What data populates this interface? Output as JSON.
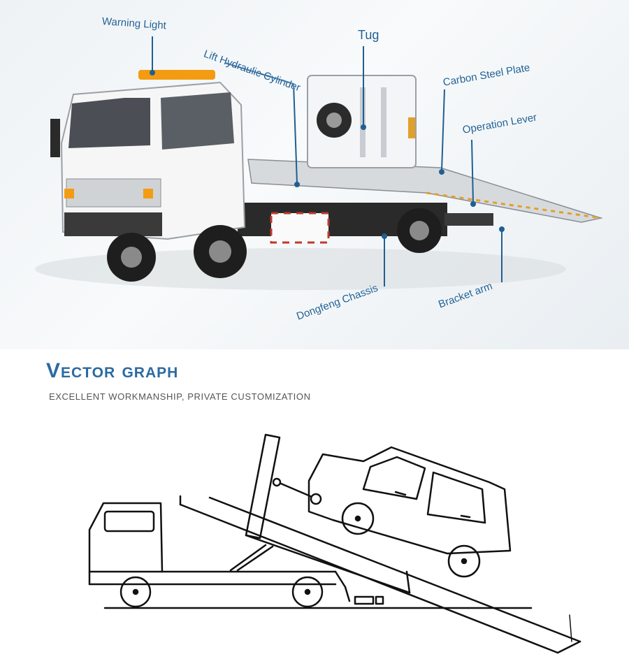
{
  "callouts": {
    "warning_light": "Warning Light",
    "lift_cylinder": "Lift Hydraulic Cylinder",
    "tug": "Tug",
    "carbon_plate": "Carbon Steel Plate",
    "operation_lever": "Operation Lever",
    "chassis": "Dongfeng Chassis",
    "bracket_arm": "Bracket arm"
  },
  "section": {
    "title": "Vector graph",
    "subtitle": "EXCELLENT WORKMANSHIP, PRIVATE CUSTOMIZATION"
  },
  "colors": {
    "callout": "#1f5f93",
    "title": "#2b6aa0",
    "line": "#111111"
  }
}
